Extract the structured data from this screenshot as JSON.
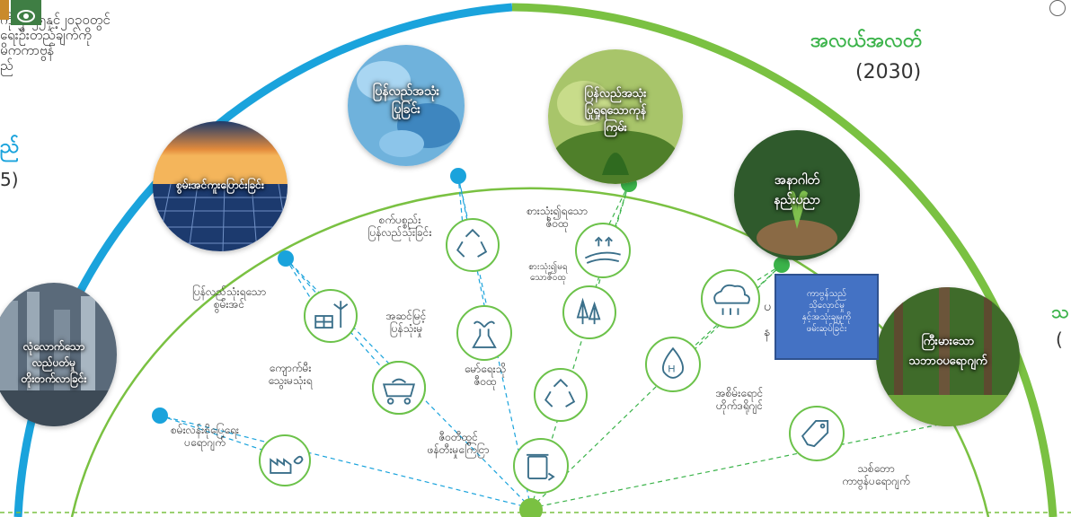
{
  "header": {
    "target_title": "အလယ်အလတ်",
    "target_year": "(2030)",
    "left_text_lines": [
      "ကို ၂၀၂၅နှင့်၂၀၃၀တွင်",
      "ရေးဦးတည်ချက်ကို",
      "မိကကာဗွန်",
      "ည်"
    ],
    "left_year_fragment": "5)",
    "left_blue_fragment": "ည်",
    "right_fragment_1": "သ",
    "right_fragment_2": "("
  },
  "photos": [
    {
      "label": "လုံလောက်သော\nလည်ပတ်မှု\nတိုးတက်လာခြင်း"
    },
    {
      "label": "စွမ်းအင်ကူးပြောင်းခြင်း"
    },
    {
      "label": "ပြန်လည်အသုံး\nပြုခြင်း"
    },
    {
      "label": "ပြန်လည်အသုံး\nပြုရှုရသောကုန်\nကြမ်း"
    },
    {
      "label": "အနာဂါတ်\nနည်းပညာ"
    },
    {
      "label": "ကြီးမားသော\nသဘာဝပရောဂျက်"
    }
  ],
  "icons": [
    {
      "label": "စက်ပစ္စည်း\nပြန်လည်သုံးခြင်း",
      "icon": "recycle-icon"
    },
    {
      "label": "စားသုံး၍ရသော\nဇီဝထု",
      "icon": "farmland-icon"
    },
    {
      "label": "စားသုံး၍မရ\nသောဇီဝထု",
      "icon": "forest-icon"
    },
    {
      "label": "ပြန်လည်သုံးရသော\nစွမ်းအင်",
      "icon": "solar-wind-icon"
    },
    {
      "label": "အဆင်မြင့်\nပြန်သုံးမှု",
      "icon": "advanced-recycle-cart-icon"
    },
    {
      "label": "မော်ရေးသို\nဇီဝထု",
      "icon": "biochemistry-flask-icon"
    },
    {
      "label": "ကျောက်မီး\nသွေးမသုံးရ",
      "icon": "coal-cart-icon"
    },
    {
      "label": "",
      "icon": "recycle-leaf-icon"
    },
    {
      "label": "အစိမ်းရောင်\nဟိုက်ဒရိုဂျင်",
      "icon": "hydrogen-icon"
    },
    {
      "label": "",
      "icon": "co2-cloud-icon"
    },
    {
      "label": "စမ်းလန်းစိုပြေရေး\nပရောဂျက်",
      "icon": "green-factory-icon"
    },
    {
      "label": "ဇီဝတီထွင်\nဖန်တီးမှုကြေငြာ",
      "icon": "recycle-bin-icon"
    },
    {
      "label": "သစ်တော\nကာဗွန်ပရောဂျက်",
      "icon": "carbon-tag-icon"
    }
  ],
  "callout": {
    "text": "ကာဗွန်သည်\nသိုလှောင်မှု\nနှင့်အသုံးချမှုကို\nဖမ်းဆုပ်ခြင်း"
  },
  "fragments": {
    "co2_side": "ပ",
    "co2_side2": "န"
  },
  "colors": {
    "green": "#6cc24a",
    "dark_green": "#3bb34a",
    "blue": "#1aa3dc",
    "callout": "#4472c4"
  }
}
